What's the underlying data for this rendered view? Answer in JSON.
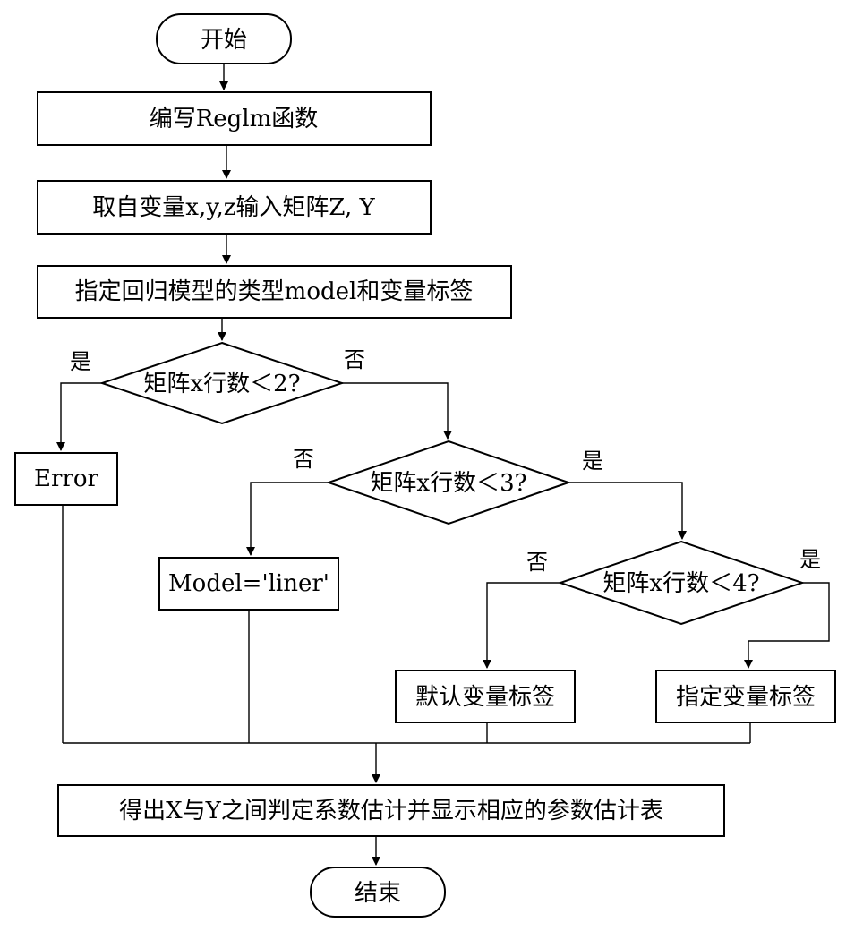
{
  "nodes": {
    "start": "开始",
    "write_function": "编写Reglm函数",
    "input_matrix": "取自变量x,y,z输入矩阵Z, Y",
    "specify_model": "指定回归模型的类型model和变量标签",
    "decision_lt2": "矩阵x行数＜2?",
    "error": "Error",
    "decision_lt3": "矩阵x行数＜3?",
    "model_liner": "Model='liner'",
    "decision_lt4": "矩阵x行数＜4?",
    "default_labels": "默认变量标签",
    "specified_labels": "指定变量标签",
    "result": "得出X与Y之间判定系数估计并显示相应的参数估计表",
    "end": "结束"
  },
  "edge_labels": {
    "d2_yes": "是",
    "d2_no": "否",
    "d3_no": "否",
    "d3_yes": "是",
    "d4_no": "否",
    "d4_yes": "是"
  }
}
